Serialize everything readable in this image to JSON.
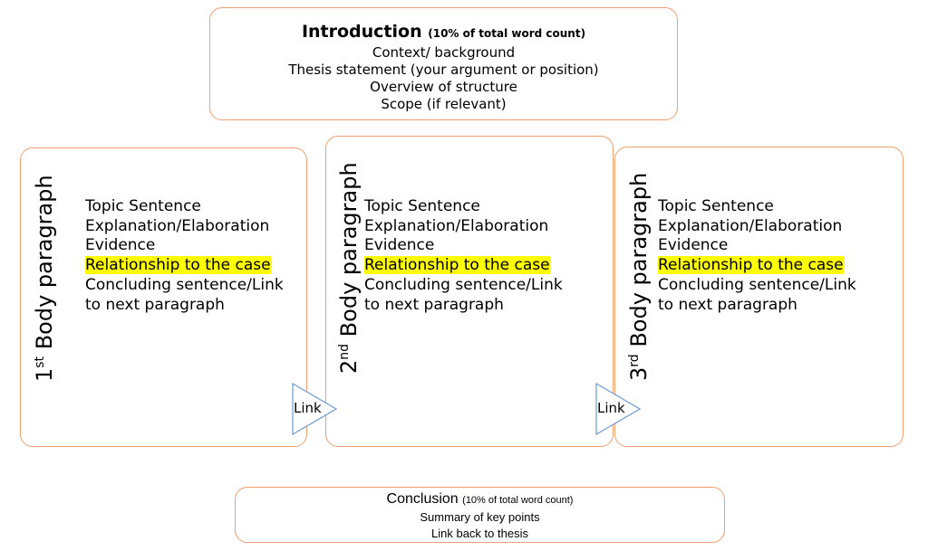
{
  "introduction": {
    "title": "Introduction",
    "subtitle": "(10% of total word count)",
    "lines": [
      "Context/ background",
      "Thesis statement (your argument or position)",
      "Overview of structure",
      "Scope (if relevant)"
    ]
  },
  "paragraphs": [
    {
      "ordinal": "1",
      "suffix": "st",
      "title": "Body paragraph",
      "items": [
        "Topic Sentence",
        "Explanation/Elaboration",
        "Evidence",
        "Relationship to the case",
        "Concluding sentence/Link to next paragraph"
      ]
    },
    {
      "ordinal": "2",
      "suffix": "nd",
      "title": "Body paragraph",
      "items": [
        "Topic Sentence",
        "Explanation/Elaboration",
        "Evidence",
        "Relationship to the case",
        "Concluding sentence/Link to next paragraph"
      ]
    },
    {
      "ordinal": "3",
      "suffix": "rd",
      "title": "Body paragraph",
      "items": [
        "Topic Sentence",
        "Explanation/Elaboration",
        "Evidence",
        "Relationship to the case",
        "Concluding sentence/Link to next paragraph"
      ]
    }
  ],
  "links": [
    "Link",
    "Link"
  ],
  "conclusion": {
    "title": "Conclusion",
    "subtitle": "(10% of total word count)",
    "lines": [
      "Summary of key points",
      "Link back to thesis"
    ]
  },
  "colors": {
    "border": "#f0a070",
    "highlight": "#ffff00",
    "arrow_stroke": "#6b9bd1"
  }
}
